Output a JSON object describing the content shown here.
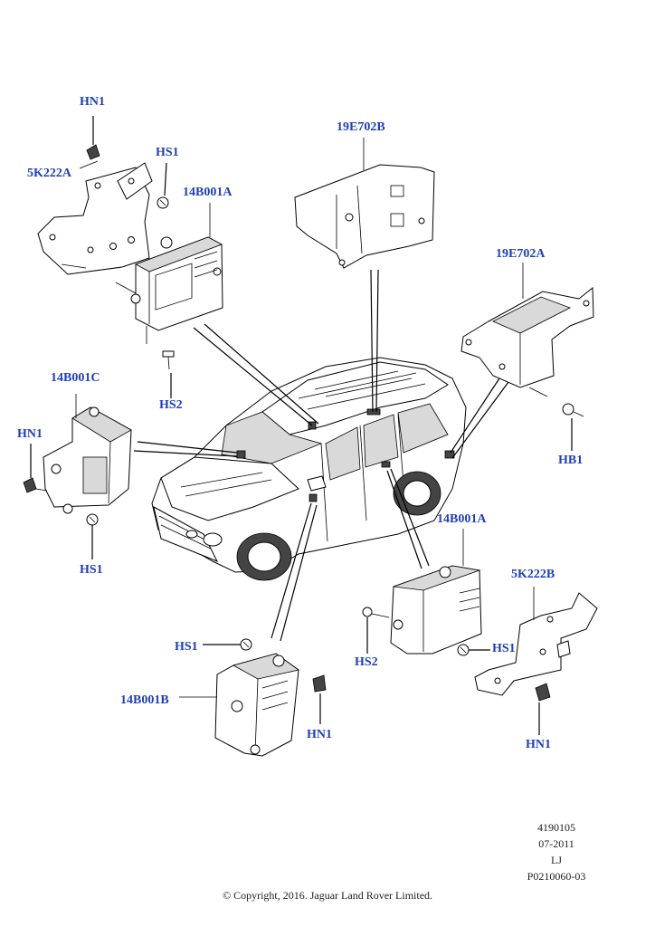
{
  "callouts": {
    "hn1_top_left": "HN1",
    "hs1_top_left": "HS1",
    "c5k222a": "5K222A",
    "c14b001a_top": "14B001A",
    "hs2_left": "HS2",
    "c19e702b": "19E702B",
    "c19e702a": "19E702A",
    "hb1": "HB1",
    "c14b001c": "14B001C",
    "hn1_left": "HN1",
    "hs1_left": "HS1",
    "c14b001a_bottom": "14B001A",
    "c5k222b": "5K222B",
    "hs2_right": "HS2",
    "hs1_right": "HS1",
    "hn1_bottom_right": "HN1",
    "hs1_bottom": "HS1",
    "c14b001b": "14B001B",
    "hn1_bottom": "HN1"
  },
  "meta": {
    "ref_number": "4190105",
    "date": "07-2011",
    "initials": "LJ",
    "drawing_code": "P0210060-03"
  },
  "copyright": "© Copyright, 2016. Jaguar Land Rover Limited."
}
